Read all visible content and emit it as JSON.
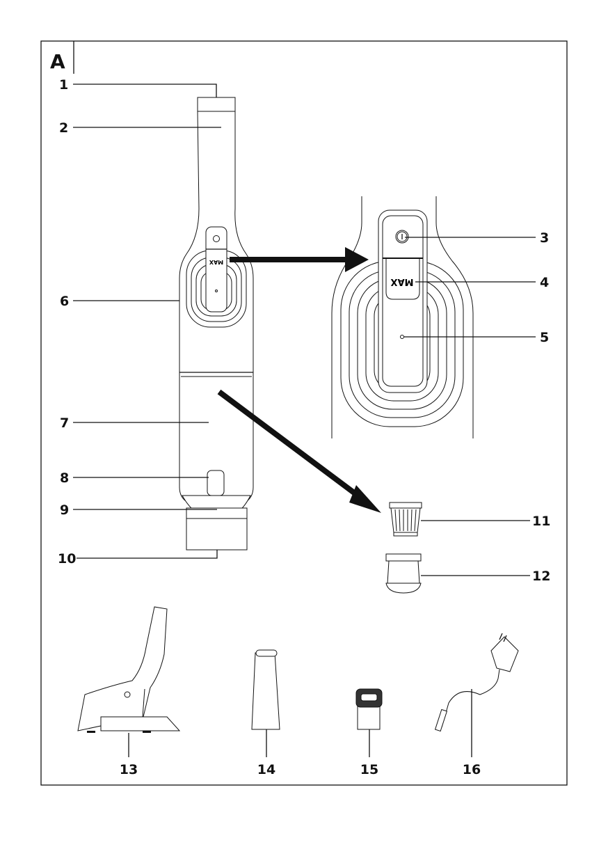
{
  "figure": {
    "panel_letter": "A",
    "button_text": "MAX",
    "callouts": [
      {
        "number": "1"
      },
      {
        "number": "2"
      },
      {
        "number": "3"
      },
      {
        "number": "4"
      },
      {
        "number": "5"
      },
      {
        "number": "6"
      },
      {
        "number": "7"
      },
      {
        "number": "8"
      },
      {
        "number": "9"
      },
      {
        "number": "10"
      },
      {
        "number": "11"
      },
      {
        "number": "12"
      },
      {
        "number": "13"
      },
      {
        "number": "14"
      },
      {
        "number": "15"
      },
      {
        "number": "16"
      }
    ]
  }
}
